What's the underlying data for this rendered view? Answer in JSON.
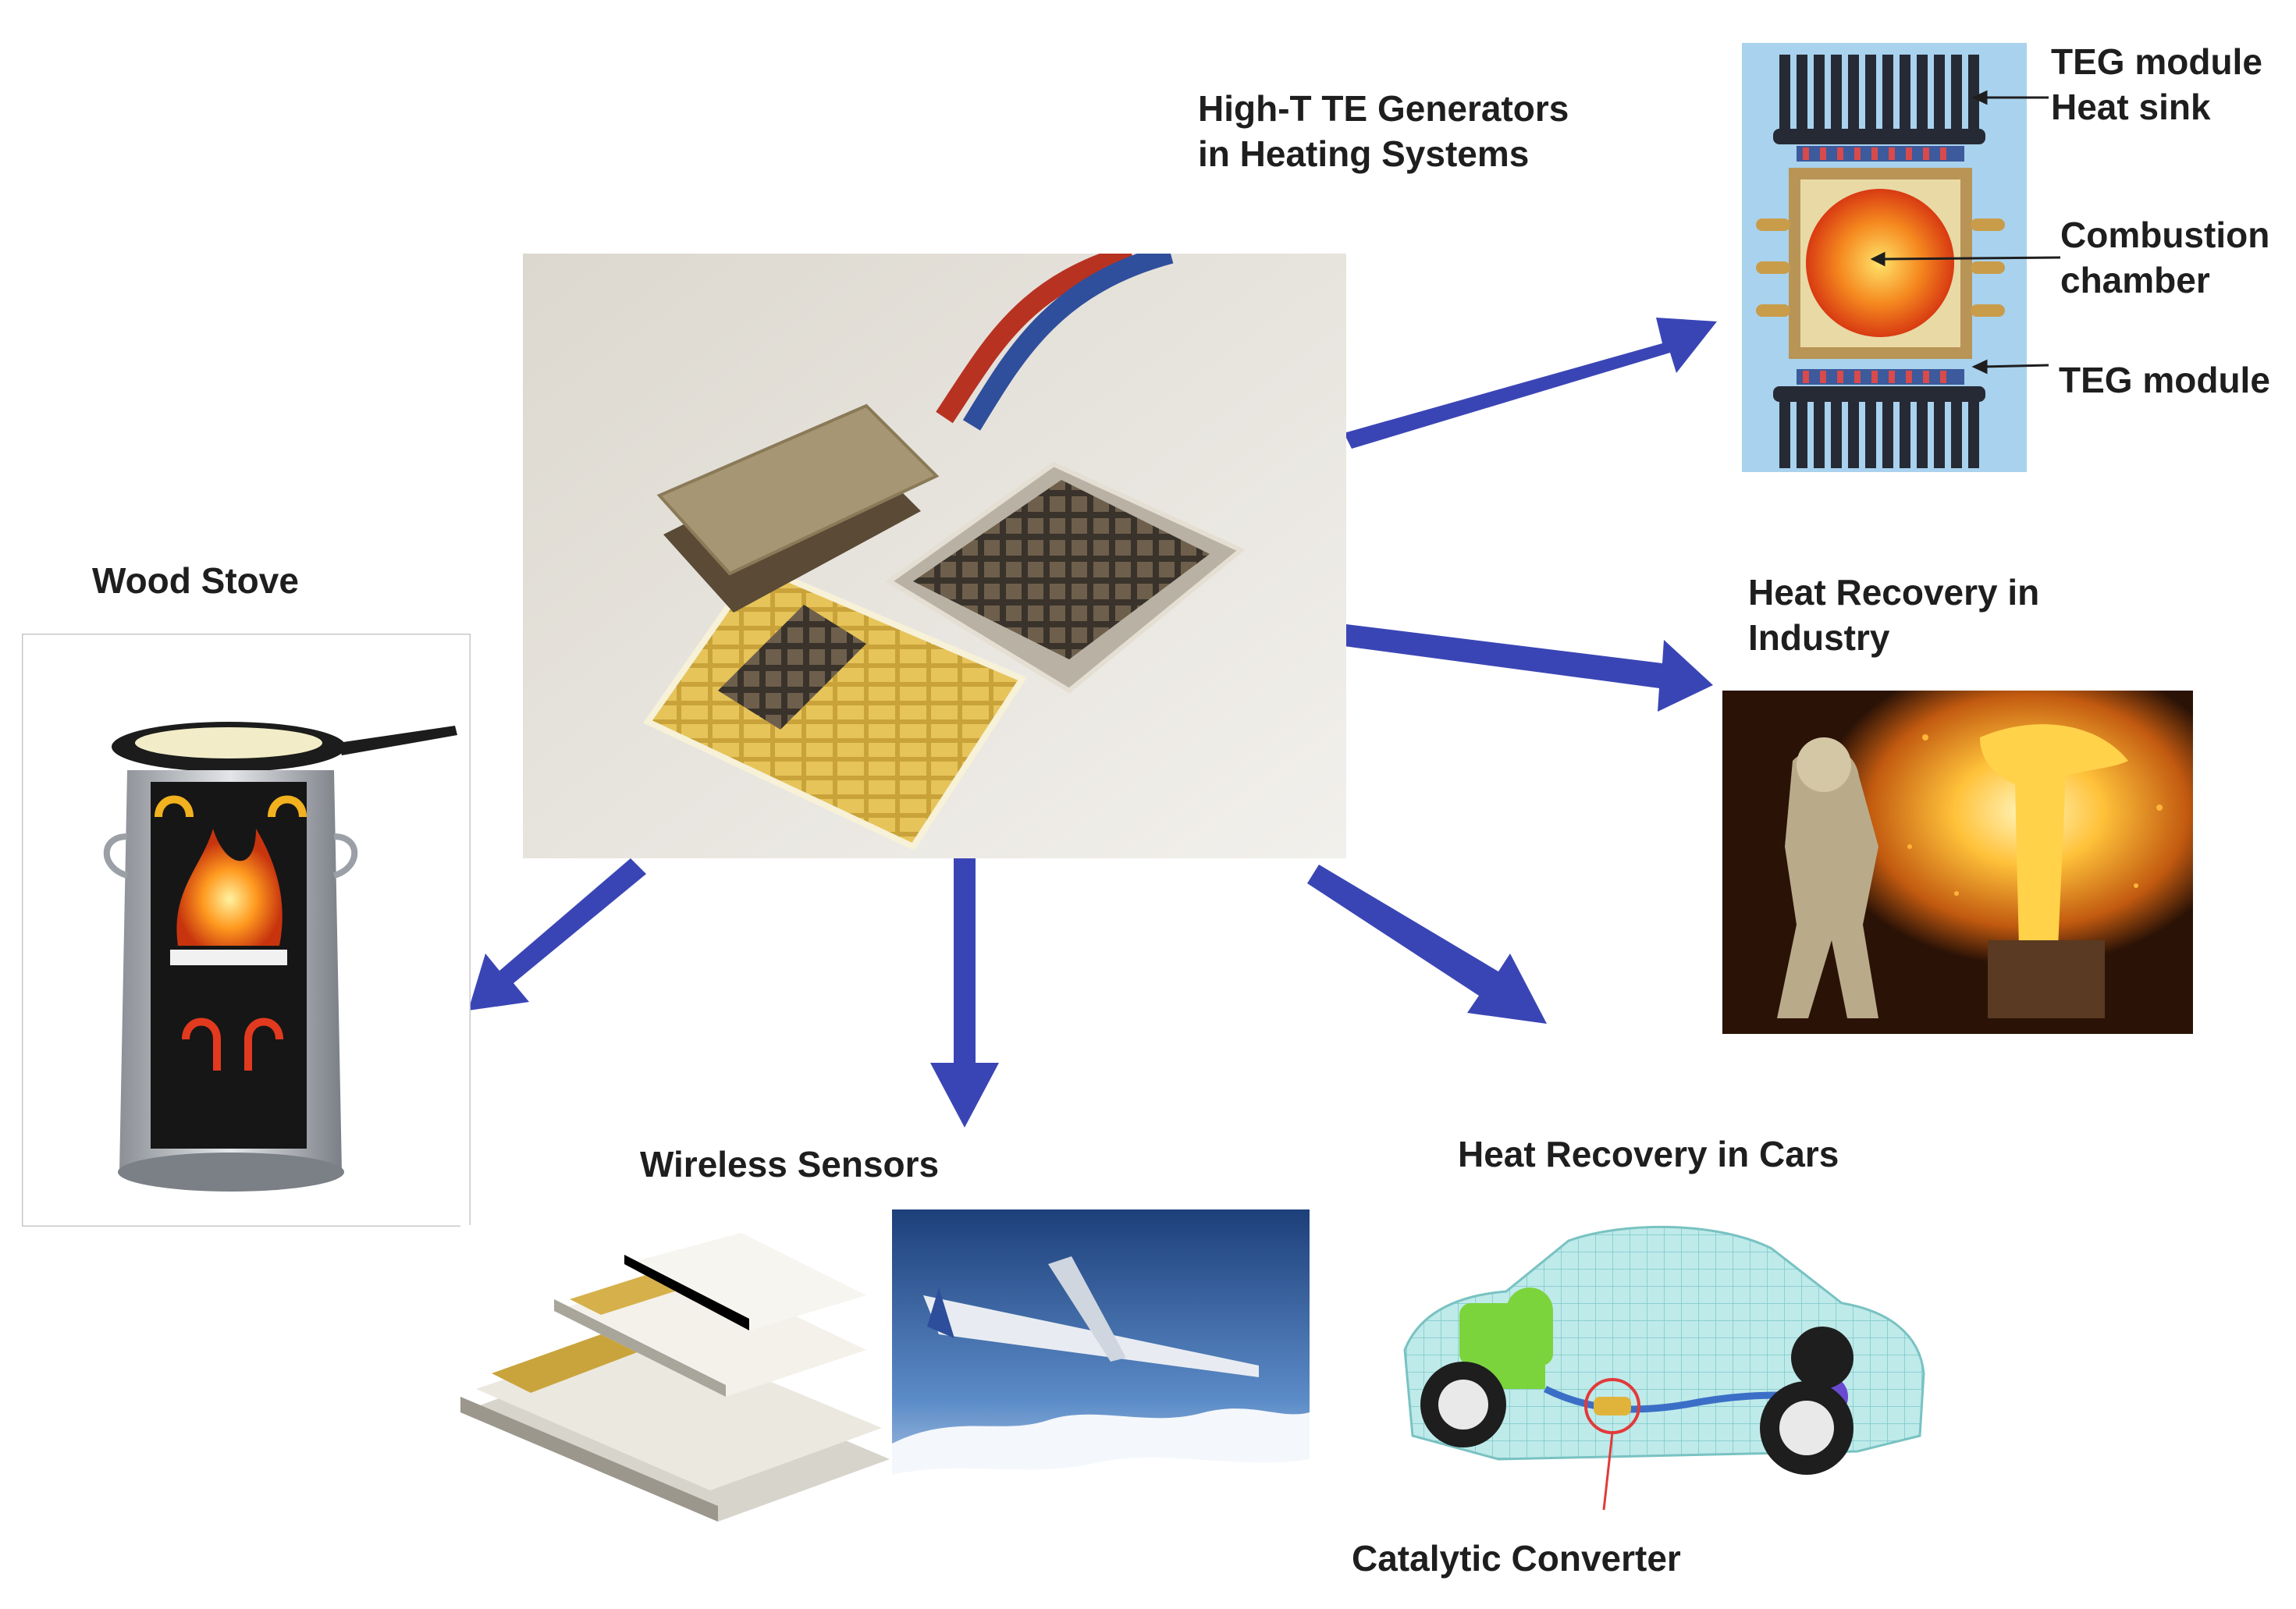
{
  "labels": {
    "heating_line1": "High-T TE Generators",
    "heating_line2": "in Heating Systems",
    "teg_top_line1": "TEG module",
    "teg_top_line2": "Heat sink",
    "combustion_line1": "Combustion",
    "combustion_line2": "chamber",
    "teg_bottom": "TEG module",
    "industry_line1": "Heat Recovery in",
    "industry_line2": "Industry",
    "wood_stove": "Wood Stove",
    "wireless": "Wireless Sensors",
    "cars": "Heat Recovery in Cars",
    "catalytic": "Catalytic Converter"
  },
  "colors": {
    "arrow": "#3a45b5",
    "label_text": "#1e1e1e"
  }
}
